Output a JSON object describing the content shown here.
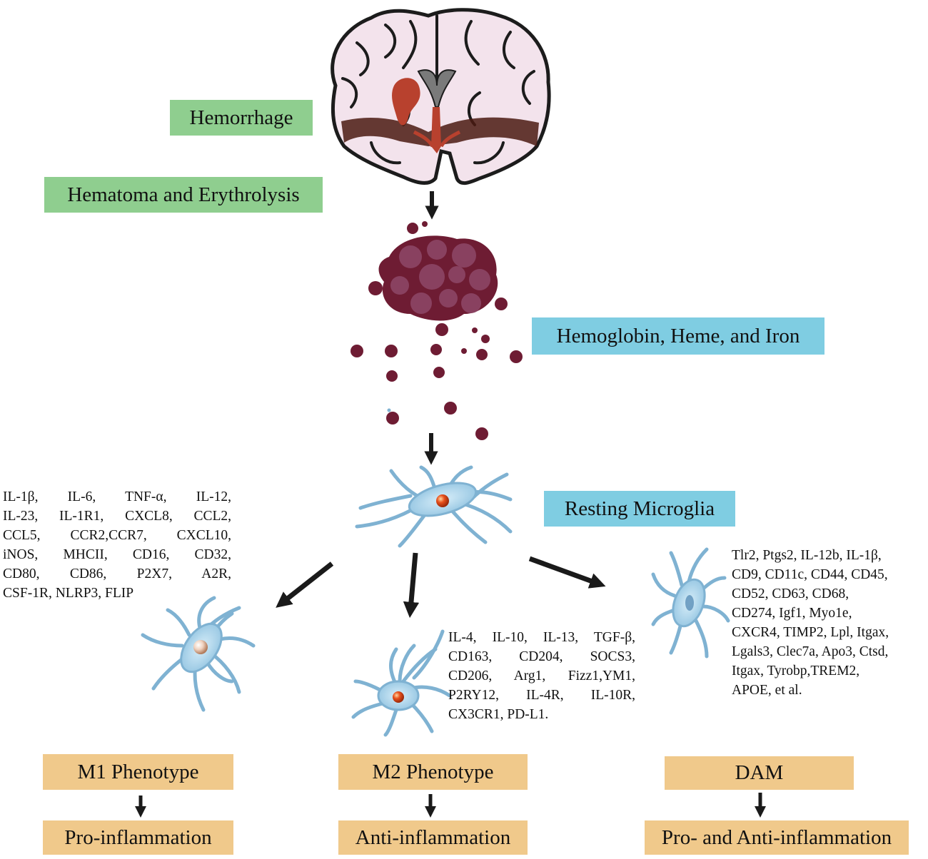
{
  "labels": {
    "hemorrhage": "Hemorrhage",
    "hematoma": "Hematoma and Erythrolysis",
    "hemoglobin": "Hemoglobin, Heme, and Iron",
    "resting": "Resting Microglia",
    "m1": "M1 Phenotype",
    "m2": "M2 Phenotype",
    "dam": "DAM",
    "pro": "Pro-inflammation",
    "anti": "Anti-inflammation",
    "proanti": "Pro- and Anti-inflammation"
  },
  "markers": {
    "m1": [
      "IL-1β, IL-6, TNF-α, IL-12,",
      "IL-23, IL-1R1, CXCL8, CCL2,",
      "CCL5, CCR2,CCR7, CXCL10,",
      "iNOS, MHCII, CD16, CD32,",
      "CD80, CD86, P2X7, A2R,",
      "CSF-1R, NLRP3, FLIP"
    ],
    "m2": [
      "IL-4, IL-10, IL-13, TGF-β,",
      "CD163, CD204, SOCS3,",
      "CD206, Arg1, Fizz1,YM1,",
      "P2RY12, IL-4R, IL-10R,",
      "CX3CR1, PD-L1."
    ],
    "dam": [
      "Tlr2, Ptgs2, IL-12b, IL-1β,",
      "CD9, CD11c, CD44, CD45,",
      "CD52, CD63, CD68,",
      "CD274, Igf1, Myo1e,",
      "CXCR4, TIMP2, Lpl, Itgax,",
      "Lgals3, Clec7a, Apo3, Ctsd,",
      "Itgax, Tyrobp,TREM2,",
      "APOE, et al."
    ]
  },
  "colors": {
    "green_box": "#8fce8f",
    "blue_box": "#7fcde2",
    "tan_box": "#f0c98b",
    "blood": "#7a2435",
    "hemorrhage_red": "#b8412e",
    "microglia": "#a8d3ea",
    "brain": "#f3e3ec"
  },
  "icons": [
    "brain-illustration",
    "blood-cell-cluster",
    "microglia-cell",
    "down-arrow",
    "diagonal-arrow"
  ]
}
